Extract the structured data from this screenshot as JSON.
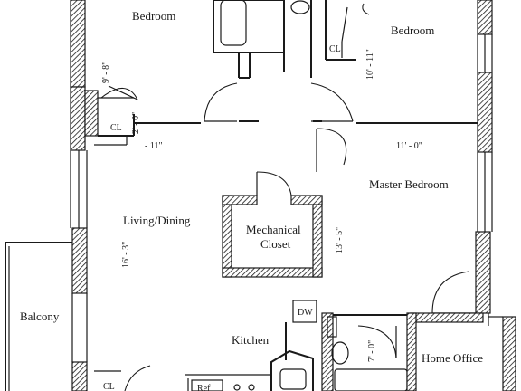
{
  "rooms": {
    "bedroom_left": "Bedroom",
    "bedroom_right": "Bedroom",
    "master_bedroom": "Master Bedroom",
    "living_dining": "Living/Dining",
    "mechanical_closet_line1": "Mechanical",
    "mechanical_closet_line2": "Closet",
    "balcony": "Balcony",
    "kitchen": "Kitchen",
    "home_office": "Home Office"
  },
  "fixtures": {
    "closet_upper_left": "CL",
    "closet_upper_right": "CL",
    "closet_lower_left": "CL",
    "dishwasher": "DW",
    "refrigerator": "Ref"
  },
  "dimensions": {
    "bedroom_left": "9' - 8\"",
    "bedroom_right": "10' - 11\"",
    "closet_left_a": "2' - 0\"",
    "closet_left_b": "- 11\"",
    "master_bedroom_width": "11' - 0\"",
    "living_dining_depth": "16' - 3\"",
    "mechanical_closet_depth": "13' - 5\"",
    "bath_width": "7' - 0\""
  }
}
